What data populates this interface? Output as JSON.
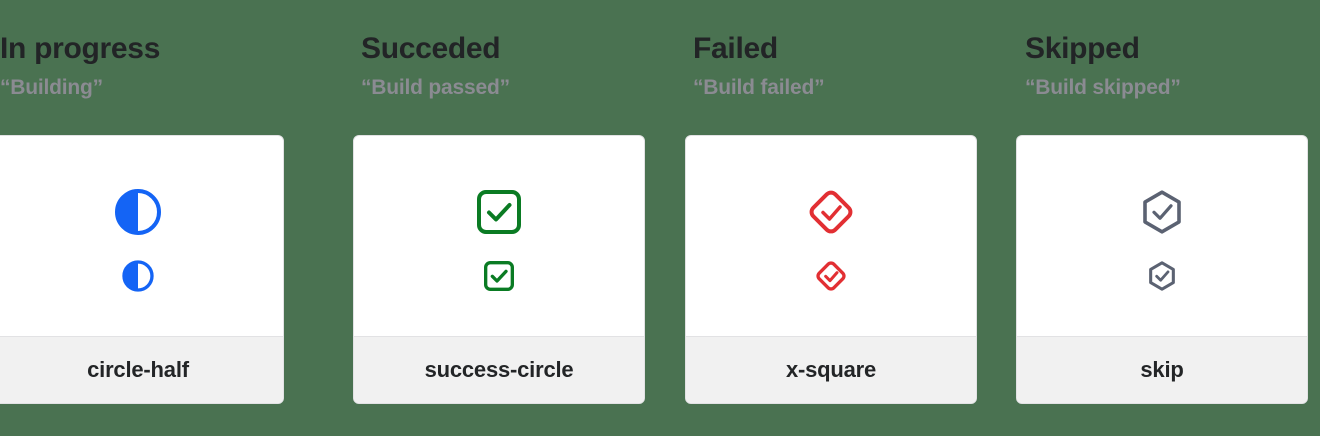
{
  "page": {
    "background_color": "#4a7251",
    "card_background": "#ffffff",
    "card_footer_background": "#f1f1f1",
    "title_color": "#222426",
    "subtitle_color": "#8b8b92"
  },
  "columns": [
    {
      "title": "In progress",
      "subtitle": "“Building”",
      "icon_name": "circle-half",
      "icon_color": "#1464f5",
      "icon_key": "circle-half"
    },
    {
      "title": "Succeded",
      "subtitle": "“Build passed”",
      "icon_name": "success-circle",
      "icon_color": "#0a7b23",
      "icon_key": "success-circle"
    },
    {
      "title": "Failed",
      "subtitle": "“Build failed”",
      "icon_name": "x-square",
      "icon_color": "#e22f33",
      "icon_key": "x-square"
    },
    {
      "title": "Skipped",
      "subtitle": "“Build skipped”",
      "icon_name": "skip",
      "icon_color": "#5b6272",
      "icon_key": "skip"
    }
  ]
}
